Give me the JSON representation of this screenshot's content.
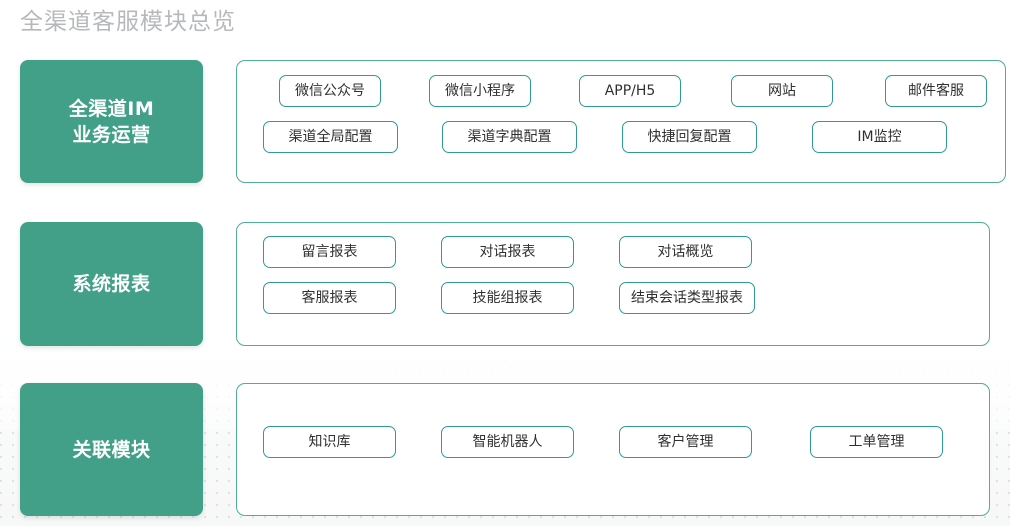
{
  "page": {
    "title": "全渠道客服模块总览",
    "accent_green": "#43a088",
    "border_green": "#4fae93",
    "pill_border_teal": "#2f9a96",
    "title_color": "#b6b9bc",
    "pill_text_color": "#303030"
  },
  "sections": [
    {
      "label_lines": [
        "全渠道IM",
        "业务运营"
      ],
      "rows": [
        [
          "微信公众号",
          "微信小程序",
          "APP/H5",
          "网站",
          "邮件客服"
        ],
        [
          "渠道全局配置",
          "渠道字典配置",
          "快捷回复配置",
          "IM监控"
        ]
      ]
    },
    {
      "label_lines": [
        "系统报表"
      ],
      "rows": [
        [
          "留言报表",
          "对话报表",
          "对话概览"
        ],
        [
          "客服报表",
          "技能组报表",
          "结束会话类型报表"
        ]
      ]
    },
    {
      "label_lines": [
        "关联模块"
      ],
      "rows": [
        [
          "知识库",
          "智能机器人",
          "客户管理",
          "工单管理"
        ]
      ]
    }
  ]
}
